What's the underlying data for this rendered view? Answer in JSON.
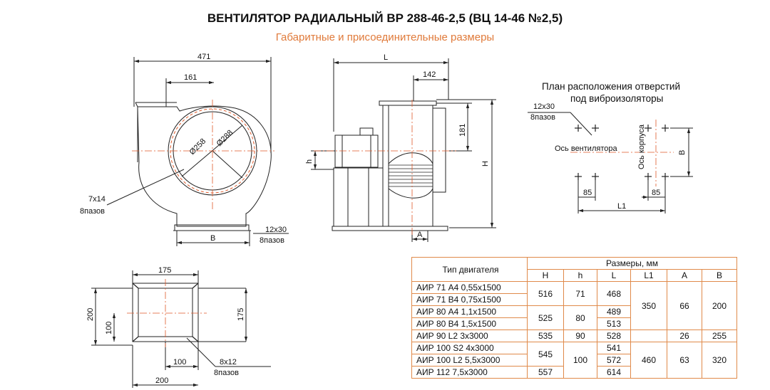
{
  "title": "ВЕНТИЛЯТОР РАДИАЛЬНЫЙ ВР 288-46-2,5 (ВЦ 14-46 №2,5)",
  "subtitle": "Габаритные и присоединительные размеры",
  "front_view": {
    "dim_471": "471",
    "dim_161": "161",
    "dia_258": "Ø258",
    "dia_288": "Ø288",
    "slot_7x14": "7x14",
    "slots_8": "8пазов",
    "dim_B": "B",
    "slot_12x30": "12x30",
    "slots_8b": "8пазов"
  },
  "side_view": {
    "dim_L": "L",
    "dim_142": "142",
    "dim_181": "181",
    "dim_h": "h",
    "dim_H": "H",
    "dim_A": "A"
  },
  "plan": {
    "title_line1": "План расположения отверстий",
    "title_line2": "под виброизоляторы",
    "slot": "12x30",
    "slots": "8пазов",
    "fan_axis": "Ось вентилятора",
    "body_axis": "Ось корпуса",
    "dim_B": "B",
    "dim_85a": "85",
    "dim_85b": "85",
    "dim_L1": "L1"
  },
  "flange_view": {
    "dim_175_top": "175",
    "dim_200_left": "200",
    "dim_100_left": "100",
    "dim_175_right": "175",
    "slot": "8x12",
    "slots": "8пазов",
    "dim_100_bottom": "100",
    "dim_200_bottom": "200"
  },
  "table": {
    "header_motor": "Тип двигателя",
    "header_sizes": "Размеры, мм",
    "columns": [
      "H",
      "h",
      "L",
      "L1",
      "A",
      "B"
    ],
    "motors": [
      "АИР 71 А4 0,55х1500",
      "АИР 71 В4 0,75х1500",
      "АИР 80 А4 1,1х1500",
      "АИР 80 В4 1,5х1500",
      "АИР 90  L2 3х3000",
      "АИР 100  S2 4х3000",
      "АИР 100  L2 5,5х3000",
      "АИР 112 7,5х3000"
    ],
    "H": [
      "516",
      "525",
      "535",
      "545",
      "557"
    ],
    "h": [
      "71",
      "80",
      "90",
      "100"
    ],
    "L": [
      "468",
      "489",
      "513",
      "528",
      "541",
      "572",
      "614"
    ],
    "L1": [
      "350",
      "460"
    ],
    "A": [
      "66",
      "26",
      "63"
    ],
    "B": [
      "200",
      "255",
      "320"
    ]
  },
  "colors": {
    "accent": "#e07a3a",
    "center_line": "#e05a2a",
    "line": "#222222"
  }
}
